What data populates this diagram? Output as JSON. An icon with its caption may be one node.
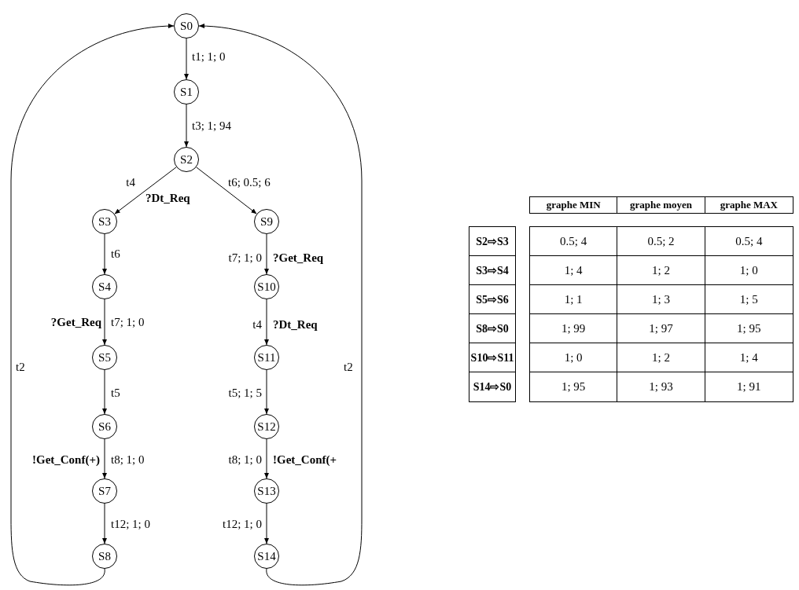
{
  "diagram": {
    "nodes": [
      {
        "text": [
          "S0"
        ]
      },
      {
        "text": [
          "S1"
        ]
      },
      {
        "text": [
          "S2"
        ]
      },
      {
        "text": [
          "S3"
        ]
      },
      {
        "text": [
          "S4"
        ]
      },
      {
        "text": [
          "S5"
        ]
      },
      {
        "text": [
          "S6"
        ]
      },
      {
        "text": [
          "S7"
        ]
      },
      {
        "text": [
          "S8"
        ]
      },
      {
        "text": [
          "S9"
        ]
      },
      {
        "text": [
          "S10"
        ]
      },
      {
        "text": [
          "S11"
        ]
      },
      {
        "text": [
          "S12"
        ]
      },
      {
        "text": [
          "S13"
        ]
      },
      {
        "text": [
          "S14"
        ]
      }
    ],
    "edges": [
      {
        "from": 0,
        "to": 1,
        "arrow": "to",
        "label": "t1; 1; 0"
      },
      {
        "from": 1,
        "to": 2,
        "arrow": "to",
        "label": "t3; 1; 94"
      },
      {
        "from": 2,
        "to": 3,
        "arrow": "to",
        "label": "t4"
      },
      {
        "from": 2,
        "to": 9,
        "arrow": "to",
        "label": "t6; 0.5; 6"
      },
      {
        "from": 3,
        "to": 4,
        "arrow": "to",
        "label": "t6"
      },
      {
        "from": 4,
        "to": 5,
        "arrow": "to",
        "label": "t7; 1; 0"
      },
      {
        "from": 5,
        "to": 6,
        "arrow": "to",
        "label": "t5"
      },
      {
        "from": 6,
        "to": 7,
        "arrow": "to",
        "label": "t8; 1; 0"
      },
      {
        "from": 7,
        "to": 8,
        "arrow": "to",
        "label": "t12; 1; 0"
      },
      {
        "from": 8,
        "to": 0,
        "arrow": "to",
        "label": "t2"
      },
      {
        "from": 9,
        "to": 10,
        "arrow": "to",
        "label": "t7; 1; 0"
      },
      {
        "from": 10,
        "to": 11,
        "arrow": "to",
        "label": "t4"
      },
      {
        "from": 11,
        "to": 12,
        "arrow": "to",
        "label": "t5; 1; 5"
      },
      {
        "from": 12,
        "to": 13,
        "arrow": "to",
        "label": "t8; 1; 0"
      },
      {
        "from": 13,
        "to": 14,
        "arrow": "to",
        "label": "t12; 1; 0"
      },
      {
        "from": 14,
        "to": 0,
        "arrow": "to",
        "label": "t2"
      }
    ],
    "labels": [
      "?Dt_Req",
      "?Get_Req",
      "!Get_Conf(+)",
      "?Get_Req",
      "?Dt_Req",
      "!Get_Conf(+",
      "graphe MIN",
      "graphe moyen",
      "graphe MAX",
      "S2⇨S3",
      "0.5; 4",
      "0.5; 2",
      "0.5; 4",
      "S3⇨S4",
      "1; 4",
      "1; 2",
      "1; 0",
      "S5⇨S6",
      "1; 1",
      "1; 3",
      "1; 5",
      "S8⇨S0",
      "1; 99",
      "1; 97",
      "1; 95",
      "S10⇨S11",
      "1; 0",
      "1; 2",
      "1; 4",
      "S14⇨S0",
      "1; 95",
      "1; 93",
      "1; 91"
    ]
  }
}
